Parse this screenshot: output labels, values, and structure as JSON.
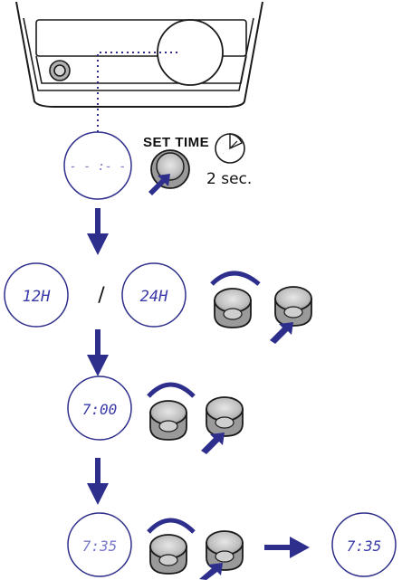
{
  "step1": {
    "display": "- - :- -",
    "button_label": "SET TIME",
    "hold_duration": "2 sec."
  },
  "step2": {
    "option_a": "12H",
    "separator": "/",
    "option_b": "24H"
  },
  "step3": {
    "display": "7:00"
  },
  "step4": {
    "display": "7:35"
  },
  "result": {
    "display": "7:35"
  },
  "colors": {
    "arrow": "#2e2e8c",
    "line": "#1a1a1a",
    "knob": "#9a9a9a"
  },
  "icons": [
    "radio-device-icon",
    "knob-icon",
    "push-arrow-icon",
    "rotate-arrow-icon",
    "timer-icon",
    "down-arrow-icon",
    "right-arrow-icon"
  ]
}
